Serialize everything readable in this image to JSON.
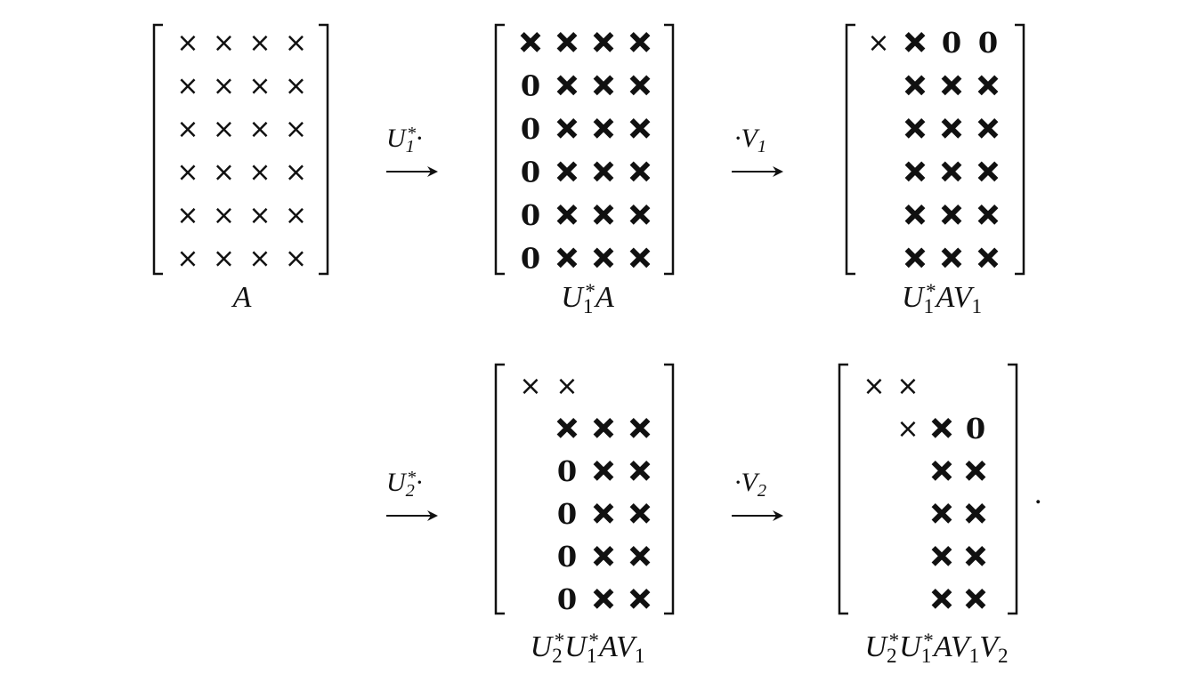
{
  "matrices": [
    {
      "id": "m1",
      "caption": [
        {
          "t": "A"
        }
      ],
      "rows": [
        [
          "x",
          "x",
          "x",
          "x"
        ],
        [
          "x",
          "x",
          "x",
          "x"
        ],
        [
          "x",
          "x",
          "x",
          "x"
        ],
        [
          "x",
          "x",
          "x",
          "x"
        ],
        [
          "x",
          "x",
          "x",
          "x"
        ],
        [
          "x",
          "x",
          "x",
          "x"
        ]
      ]
    },
    {
      "id": "m2",
      "caption": [
        {
          "t": "U"
        },
        {
          "t": "1",
          "s": "sub"
        },
        {
          "t": "*",
          "s": "sup"
        },
        {
          "t": "A"
        }
      ],
      "rows": [
        [
          "X",
          "X",
          "X",
          "X"
        ],
        [
          "0",
          "X",
          "X",
          "X"
        ],
        [
          "0",
          "X",
          "X",
          "X"
        ],
        [
          "0",
          "X",
          "X",
          "X"
        ],
        [
          "0",
          "X",
          "X",
          "X"
        ],
        [
          "0",
          "X",
          "X",
          "X"
        ]
      ]
    },
    {
      "id": "m3",
      "caption": [
        {
          "t": "U"
        },
        {
          "t": "1",
          "s": "sub"
        },
        {
          "t": "*",
          "s": "sup"
        },
        {
          "t": "AV"
        },
        {
          "t": "1",
          "s": "sub"
        }
      ],
      "rows": [
        [
          "x",
          "X",
          "0",
          "0"
        ],
        [
          "",
          "X",
          "X",
          "X"
        ],
        [
          "",
          "X",
          "X",
          "X"
        ],
        [
          "",
          "X",
          "X",
          "X"
        ],
        [
          "",
          "X",
          "X",
          "X"
        ],
        [
          "",
          "X",
          "X",
          "X"
        ]
      ]
    },
    {
      "id": "m4",
      "caption": [
        {
          "t": "U"
        },
        {
          "t": "2",
          "s": "sub"
        },
        {
          "t": "*",
          "s": "sup"
        },
        {
          "t": "U"
        },
        {
          "t": "1",
          "s": "sub"
        },
        {
          "t": "*",
          "s": "sup"
        },
        {
          "t": "AV"
        },
        {
          "t": "1",
          "s": "sub"
        }
      ],
      "rows": [
        [
          "x",
          "x",
          "",
          ""
        ],
        [
          "",
          "X",
          "X",
          "X"
        ],
        [
          "",
          "0",
          "X",
          "X"
        ],
        [
          "",
          "0",
          "X",
          "X"
        ],
        [
          "",
          "0",
          "X",
          "X"
        ],
        [
          "",
          "0",
          "X",
          "X"
        ]
      ]
    },
    {
      "id": "m5",
      "caption": [
        {
          "t": "U"
        },
        {
          "t": "2",
          "s": "sub"
        },
        {
          "t": "*",
          "s": "sup"
        },
        {
          "t": "U"
        },
        {
          "t": "1",
          "s": "sub"
        },
        {
          "t": "*",
          "s": "sup"
        },
        {
          "t": "AV"
        },
        {
          "t": "1",
          "s": "sub"
        },
        {
          "t": "V"
        },
        {
          "t": "2",
          "s": "sub"
        }
      ],
      "rows": [
        [
          "x",
          "x",
          "",
          ""
        ],
        [
          "",
          "x",
          "X",
          "0"
        ],
        [
          "",
          "",
          "X",
          "X"
        ],
        [
          "",
          "",
          "X",
          "X"
        ],
        [
          "",
          "",
          "X",
          "X"
        ],
        [
          "",
          "",
          "X",
          "X"
        ]
      ]
    }
  ],
  "arrows": [
    {
      "id": "a1",
      "label": [
        {
          "t": "U"
        },
        {
          "t": "1",
          "s": "sub"
        },
        {
          "t": "*",
          "s": "sup"
        },
        {
          "t": "·"
        }
      ]
    },
    {
      "id": "a2",
      "label": [
        {
          "t": "·V"
        },
        {
          "t": "1",
          "s": "sub"
        }
      ]
    },
    {
      "id": "a3",
      "label": [
        {
          "t": "U"
        },
        {
          "t": "2",
          "s": "sub"
        },
        {
          "t": "*",
          "s": "sup"
        },
        {
          "t": "·"
        }
      ]
    },
    {
      "id": "a4",
      "label": [
        {
          "t": "·V"
        },
        {
          "t": "2",
          "s": "sub"
        }
      ]
    }
  ],
  "trailing_period": "."
}
